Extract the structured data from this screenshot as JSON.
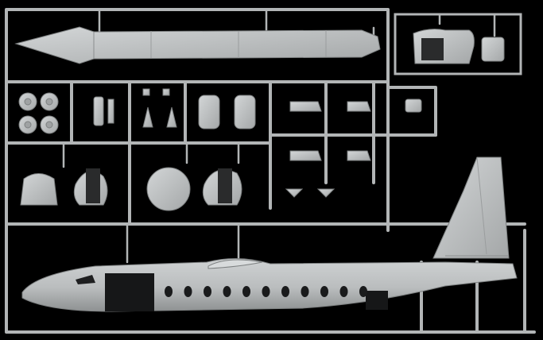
{
  "image": {
    "subject": "model-kit-sprue",
    "background_color": "#000000",
    "plastic_color": "#b9bcbd",
    "plastic_shadow_color": "#8f9293",
    "plastic_highlight_color": "#d8dbdc"
  },
  "parts": [
    {
      "name": "fuselage-half",
      "kind": "fuselage"
    },
    {
      "name": "tail-fin",
      "kind": "fin"
    },
    {
      "name": "upper-deck-panel",
      "kind": "panel"
    },
    {
      "name": "nacelle-parts",
      "kind": "nacelle"
    },
    {
      "name": "wheel-parts",
      "kind": "wheels"
    },
    {
      "name": "bulkhead-parts",
      "kind": "bulkheads"
    },
    {
      "name": "propeller-and-strut-parts",
      "kind": "small-parts"
    }
  ]
}
